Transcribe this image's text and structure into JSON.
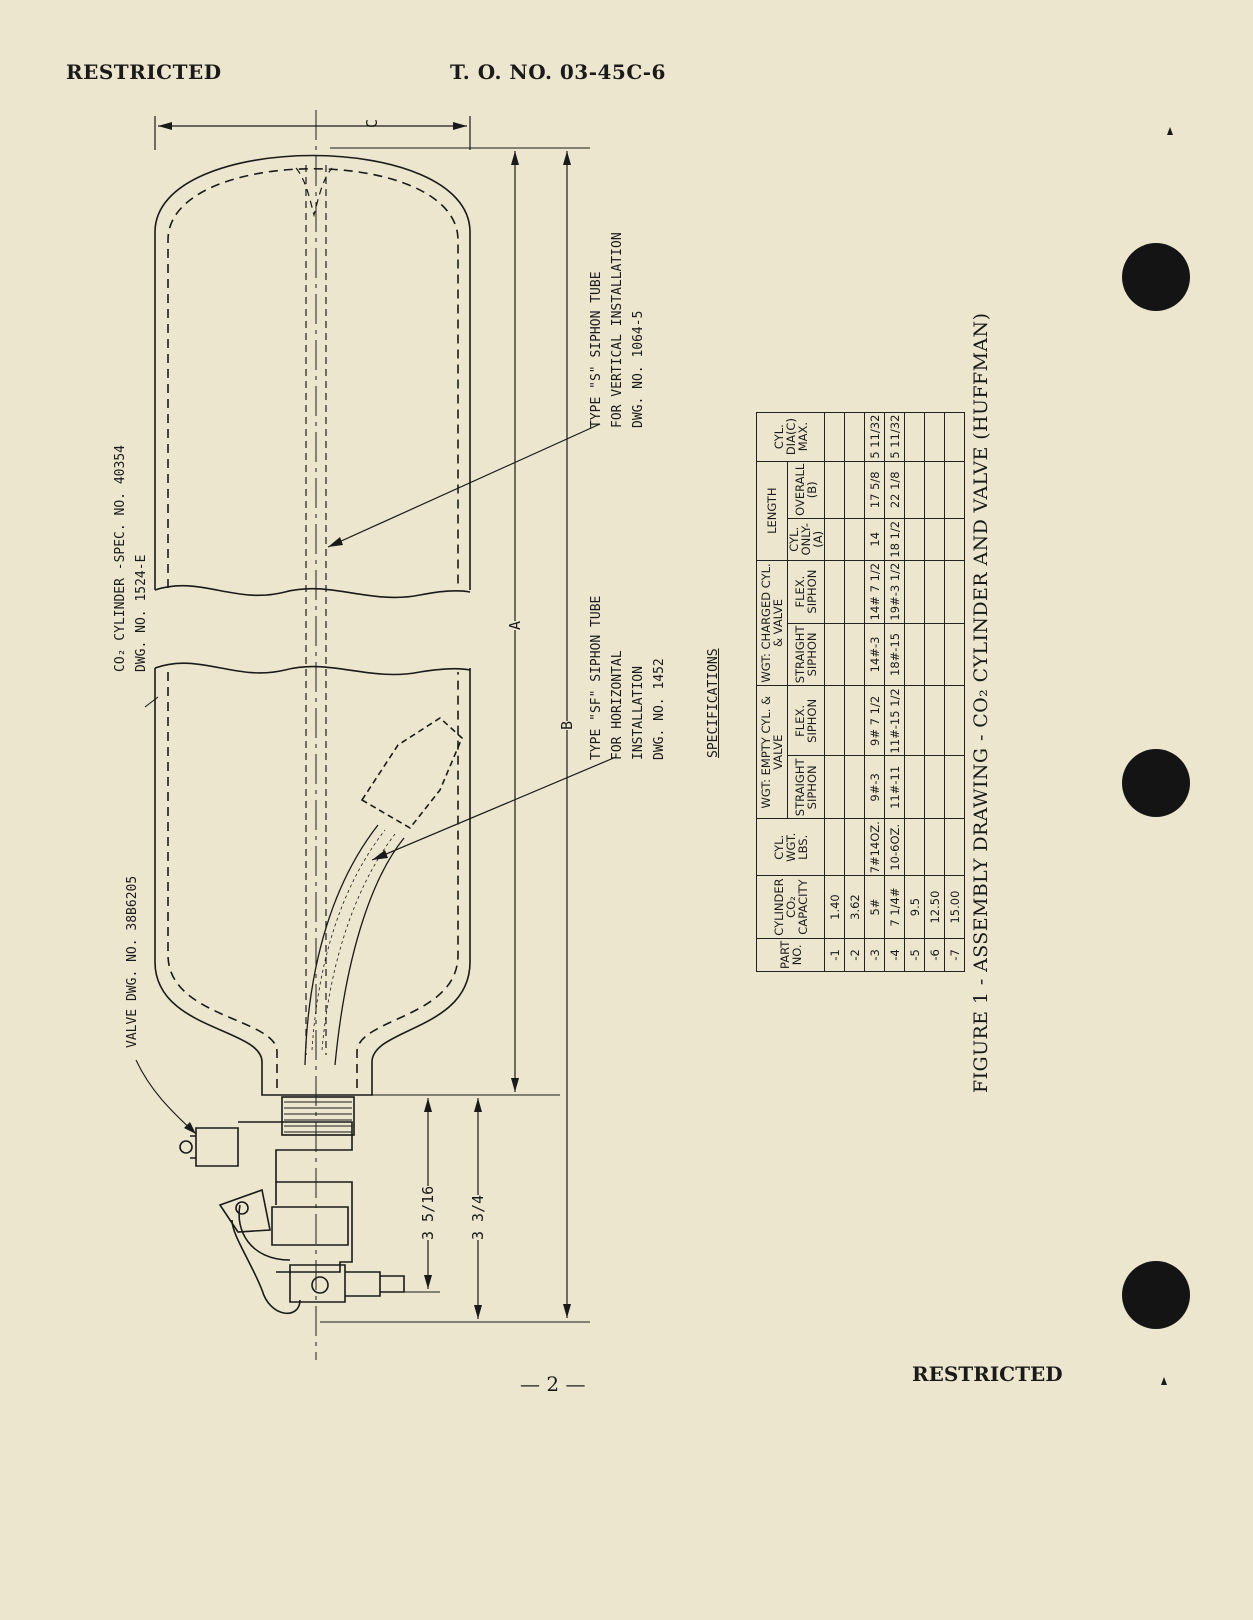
{
  "header": {
    "left": "RESTRICTED",
    "right": "T. O. NO. 03-45C-6"
  },
  "footer": {
    "page": "— 2 —",
    "right": "RESTRICTED"
  },
  "figure_caption": "FIGURE 1 - ASSEMBLY DRAWING - CO₂ CYLINDER AND VALVE (HUFFMAN)",
  "callouts": {
    "cylinder": [
      "CO₂ CYLINDER -SPEC. NO. 40354",
      "DWG. NO. 1524-E"
    ],
    "valve": "VALVE DWG. NO. 38B6205",
    "siphon_sf": [
      "TYPE \"SF\" SIPHON TUBE",
      "FOR HORIZONTAL",
      "INSTALLATION",
      "DWG. NO. 1452"
    ],
    "siphon_s": [
      "TYPE \"S\" SIPHON TUBE",
      "FOR VERTICAL INSTALLATION",
      "DWG. NO. 1064-5"
    ]
  },
  "dimensions": {
    "c": "C",
    "a": "A",
    "b": "B",
    "d1": "3 5/16",
    "d2": "3 3/4"
  },
  "specifications": {
    "title": "SPECIFICATIONS",
    "headers": {
      "part": "PART NO.",
      "capacity": "CYLINDER CO₂ CAPACITY",
      "cyl_wgt": "CYL. WGT. LBS.",
      "empty": "WGT: EMPTY CYL. & VALVE",
      "charged": "WGT: CHARGED CYL. & VALVE",
      "length": "LENGTH",
      "straight": "STRAIGHT SIPHON",
      "flex": "FLEX. SIPHON",
      "cyl_only": "CYL. ONLY-(A)",
      "overall": "OVERALL (B)",
      "dia": "CYL. DIA(C) MAX."
    },
    "rows": [
      [
        "-1",
        "1.40",
        "",
        "",
        "",
        "",
        "",
        "",
        "",
        ""
      ],
      [
        "-2",
        "3.62",
        "",
        "",
        "",
        "",
        "",
        "",
        "",
        ""
      ],
      [
        "-3",
        "5#",
        "7#14OZ.",
        "9#-3",
        "9# 7 1/2",
        "14#-3",
        "14# 7 1/2",
        "14",
        "17 5/8",
        "5 11/32"
      ],
      [
        "-4",
        "7 1/4#",
        "10-6OZ.",
        "11#-11",
        "11#-15 1/2",
        "18#-15",
        "19#-3 1/2",
        "18 1/2",
        "22 1/8",
        "5 11/32"
      ],
      [
        "-5",
        "9.5",
        "",
        "",
        "",
        "",
        "",
        "",
        "",
        ""
      ],
      [
        "-6",
        "12.50",
        "",
        "",
        "",
        "",
        "",
        "",
        "",
        ""
      ],
      [
        "-7",
        "15.00",
        "",
        "",
        "",
        "",
        "",
        "",
        "",
        ""
      ]
    ]
  }
}
